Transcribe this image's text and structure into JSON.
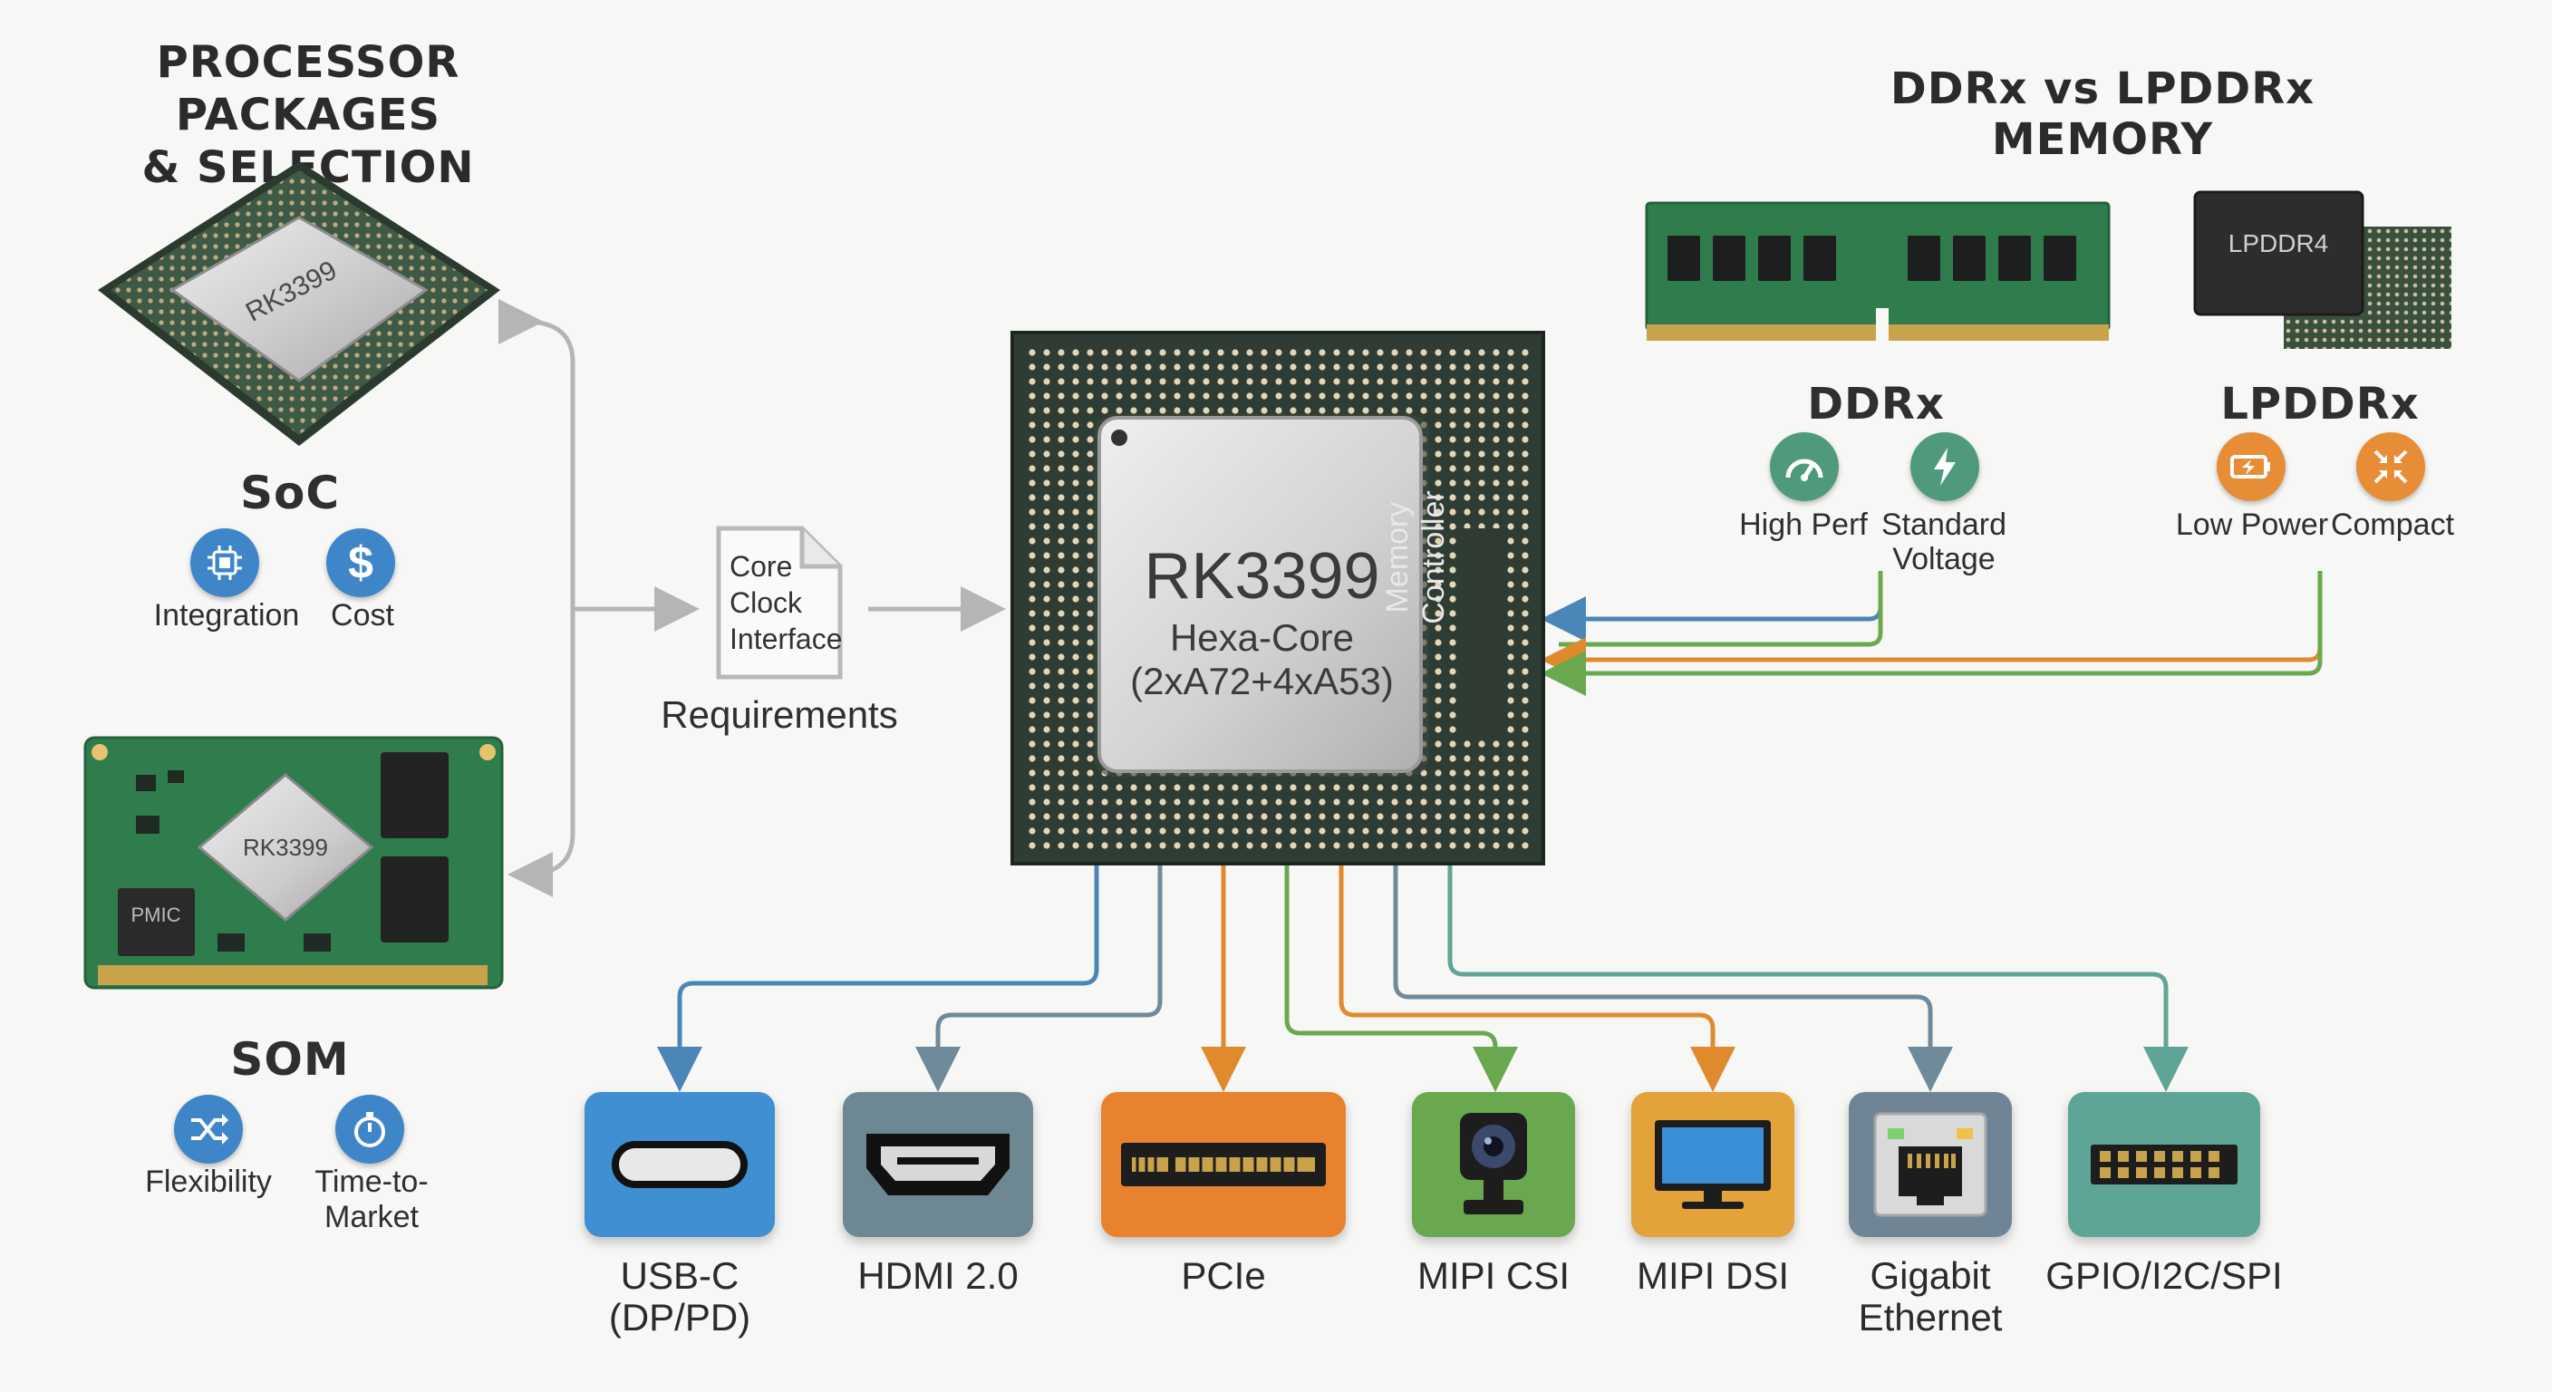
{
  "left_panel": {
    "title_line1": "PROCESSOR PACKAGES",
    "title_line2": "& SELECTION",
    "soc": {
      "chip_marking": "RK3399",
      "label": "SoC",
      "features": [
        "Integration",
        "Cost"
      ]
    },
    "som": {
      "chip_marking": "RK3399",
      "pmic_marking": "PMIC",
      "label": "SOM",
      "features": [
        "Flexibility",
        "Time-to-Market"
      ]
    }
  },
  "requirements": {
    "doc_lines": [
      "Core",
      "Clock",
      "Interface"
    ],
    "label": "Requirements"
  },
  "processor": {
    "name": "RK3399",
    "cores": "Hexa-Core",
    "config": "(2xA72+4xA53)",
    "memory_controller": [
      "Memory",
      "Controller"
    ]
  },
  "memory_panel": {
    "title": "DDRx vs LPDDRx MEMORY",
    "ddr": {
      "label": "DDRx",
      "features": [
        "High Perf",
        "Standard\nVoltage"
      ]
    },
    "lpddr": {
      "chip_marking": "LPDDR4",
      "label": "LPDDRx",
      "features": [
        "Low Power",
        "Compact"
      ]
    }
  },
  "interfaces": [
    {
      "id": "usbc",
      "label": "USB-C\n(DP/PD)",
      "icon": "usb-c-port-icon",
      "color": "#3f8fd2"
    },
    {
      "id": "hdmi",
      "label": "HDMI 2.0",
      "icon": "hdmi-port-icon",
      "color": "#6d8793"
    },
    {
      "id": "pcie",
      "label": "PCIe",
      "icon": "pcie-slot-icon",
      "color": "#e8822f"
    },
    {
      "id": "csi",
      "label": "MIPI CSI",
      "icon": "camera-icon",
      "color": "#6aa84f"
    },
    {
      "id": "dsi",
      "label": "MIPI DSI",
      "icon": "display-icon",
      "color": "#e3a23a"
    },
    {
      "id": "eth",
      "label": "Gigabit\nEthernet",
      "icon": "ethernet-port-icon",
      "color": "#6f8596"
    },
    {
      "id": "gpio",
      "label": "GPIO/I2C/SPI",
      "icon": "pin-header-icon",
      "color": "#5fa597"
    }
  ],
  "colors": {
    "pcb_green": "#2f7d4c",
    "chip_silver": "#cfcfcf",
    "line_blue": "#4a86b8",
    "line_slate": "#6f8a9a",
    "line_orange": "#e08a2e",
    "line_green": "#6aa84f",
    "line_teal": "#5fa597",
    "arrow_gray": "#b5b5b5"
  }
}
